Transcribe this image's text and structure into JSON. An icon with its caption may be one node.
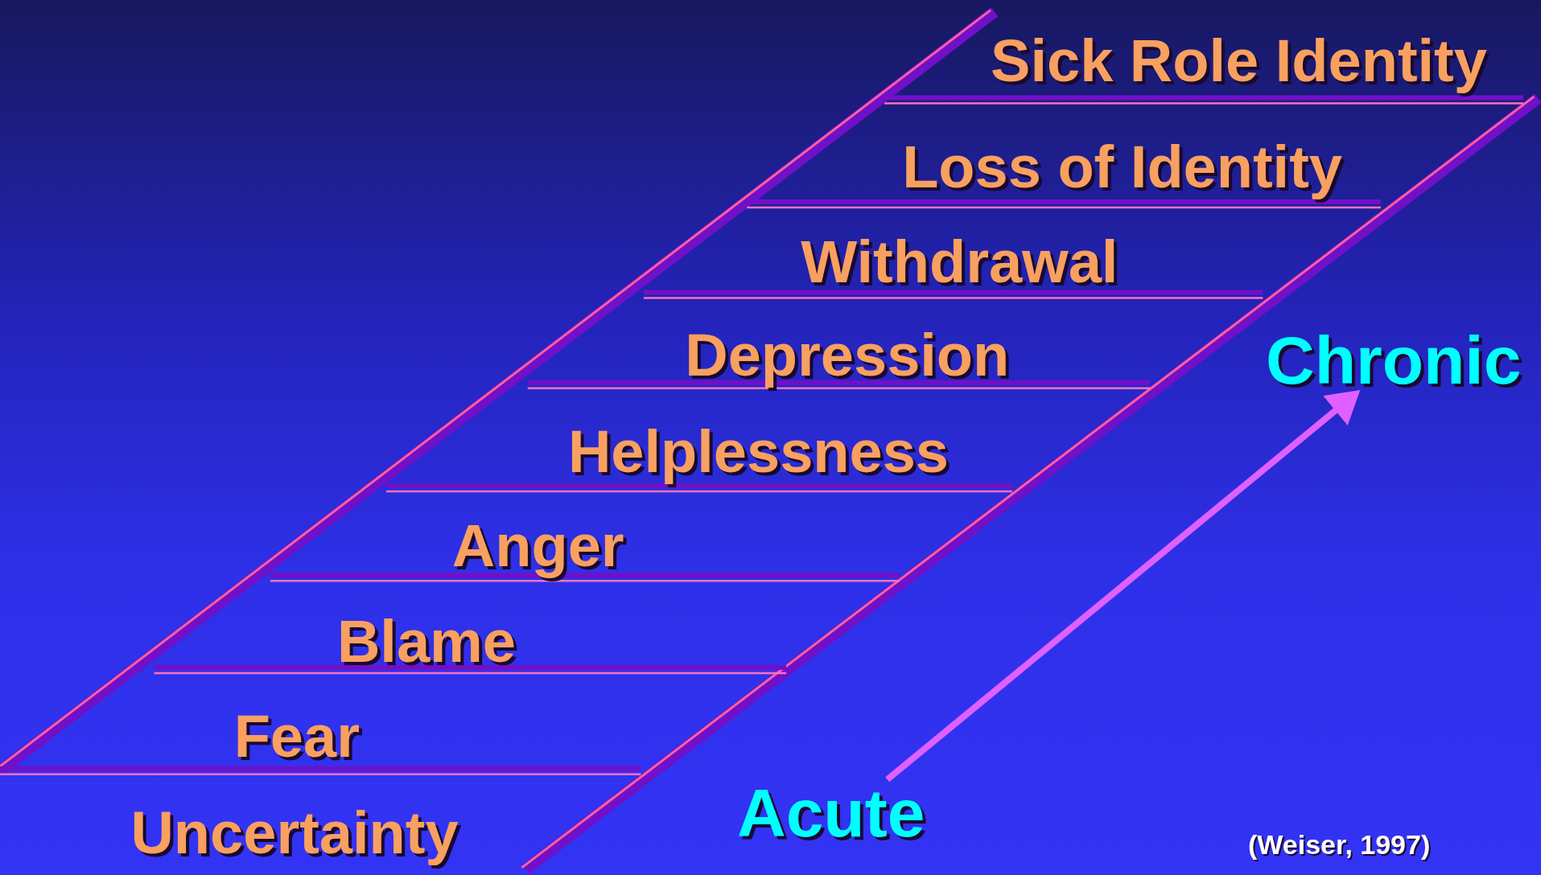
{
  "diagram": {
    "nodes": [
      {
        "text": [
          "Chronic"
        ]
      },
      {
        "text": [
          "Acute"
        ]
      }
    ],
    "edges": [
      {
        "from": 1,
        "to": 0,
        "arrow": "to"
      }
    ],
    "labels": [
      "Sick Role Identity",
      "Loss of Identity",
      "Withdrawal",
      "Depression",
      "Helplessness",
      "Anger",
      "Blame",
      "Fear",
      "Uncertainty",
      "(Weiser, 1997)"
    ]
  }
}
